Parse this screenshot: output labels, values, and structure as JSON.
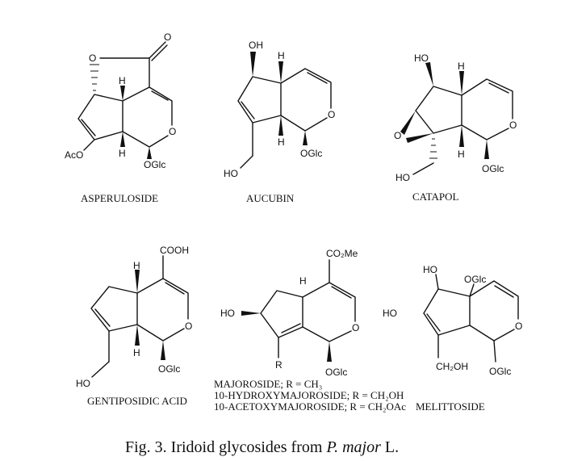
{
  "compounds": {
    "asperuloside": {
      "name": "ASPERULOSIDE",
      "o_ring": "O",
      "o_lactone": "O",
      "o_carbonyl": "O",
      "h_top": "H",
      "h_bottom": "H",
      "aco": "AcO",
      "oglc": "OGlc"
    },
    "aucubin": {
      "name": "AUCUBIN",
      "oh_top": "OH",
      "h_top": "H",
      "h_bottom": "H",
      "o_ring": "O",
      "oglc": "OGlc",
      "ho": "HO"
    },
    "catapol": {
      "name": "CATAPOL",
      "ho_top": "HO",
      "h_top": "H",
      "h_bottom": "H",
      "o_ring": "O",
      "o_epoxide": "O",
      "oglc": "OGlc",
      "ho": "HO"
    },
    "gentiposidic_acid": {
      "name": "GENTIPOSIDIC ACID",
      "cooh": "COOH",
      "h_top": "H",
      "h_bottom": "H",
      "o_ring": "O",
      "oglc": "OGlc",
      "ho": "HO"
    },
    "majoroside": {
      "co2me": "CO₂Me",
      "h": "H",
      "ho": "HO",
      "r": "R",
      "o_ring": "O",
      "oglc": "OGlc",
      "variants": [
        "MAJOROSIDE; R = CH₃",
        "10-HYDROXYMAJOROSIDE; R = CH₂OH",
        "10-ACETOXYMAJOROSIDE; R = CH₂OAc"
      ]
    },
    "stray_ho": "HO",
    "melittoside": {
      "name": "MELITTOSIDE",
      "ho": "HO",
      "oglc_top": "OGlc",
      "o_ring": "O",
      "ch2oh": "CH₂OH",
      "oglc_bottom": "OGlc"
    }
  },
  "caption": {
    "prefix": "Fig. 3. Iridoid glycosides from ",
    "species": "P. major",
    "suffix": " L."
  }
}
